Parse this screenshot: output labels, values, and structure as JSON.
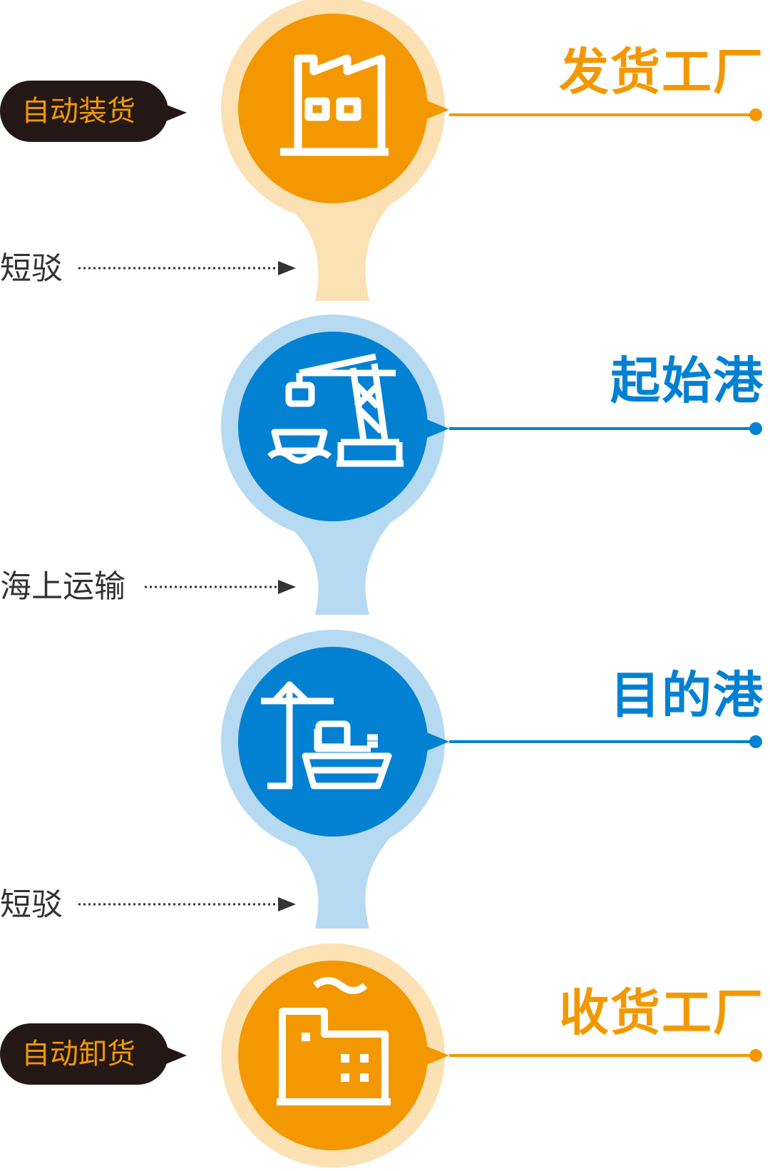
{
  "colors": {
    "orange": "#F39800",
    "orange_halo": "#FCE1B4",
    "blue": "#0281D3",
    "blue_halo": "#B5DAF2",
    "pill_bg": "#231815",
    "pill_text": "#F39800",
    "leg_text": "#333333",
    "arrow": "#333333"
  },
  "stages": [
    {
      "title": "发货工厂",
      "color": "orange",
      "icon": "factory-icon"
    },
    {
      "title": "起始港",
      "color": "blue",
      "icon": "port-crane-icon"
    },
    {
      "title": "目的港",
      "color": "blue",
      "icon": "ship-crane-icon"
    },
    {
      "title": "收货工厂",
      "color": "orange",
      "icon": "receiving-factory-icon"
    }
  ],
  "legs": [
    {
      "label": "短驳"
    },
    {
      "label": "海上运输"
    },
    {
      "label": "短驳"
    }
  ],
  "actions": [
    {
      "label": "自动装货"
    },
    {
      "label": "自动卸货"
    }
  ]
}
